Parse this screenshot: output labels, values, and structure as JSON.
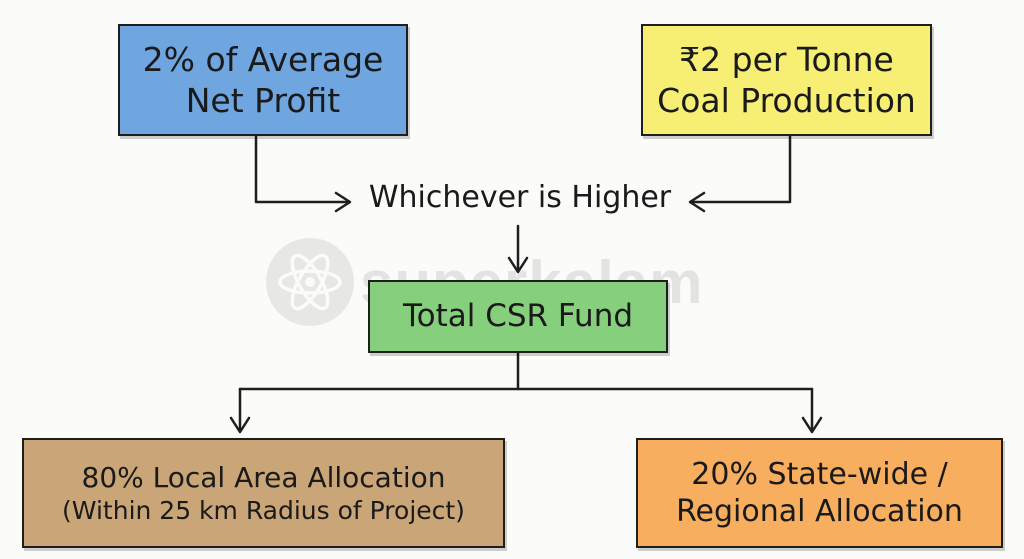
{
  "nodes": {
    "profit": {
      "line1": "2% of Average",
      "line2": "Net Profit"
    },
    "coal": {
      "line1": "₹2 per Tonne",
      "line2": "Coal Production"
    },
    "decision": {
      "label": "Whichever is Higher"
    },
    "total": {
      "label": "Total CSR Fund"
    },
    "local": {
      "line1": "80% Local Area Allocation",
      "line2": "(Within 25 km Radius of Project)"
    },
    "state": {
      "line1": "20% State-wide /",
      "line2": "Regional Allocation"
    }
  },
  "watermark": {
    "text": "superkalam",
    "icon": "atom-icon"
  },
  "colors": {
    "profit": "#6fa6e0",
    "coal": "#f7ef73",
    "total": "#86cf7d",
    "local": "#c9a577",
    "state": "#f8ae5f"
  }
}
